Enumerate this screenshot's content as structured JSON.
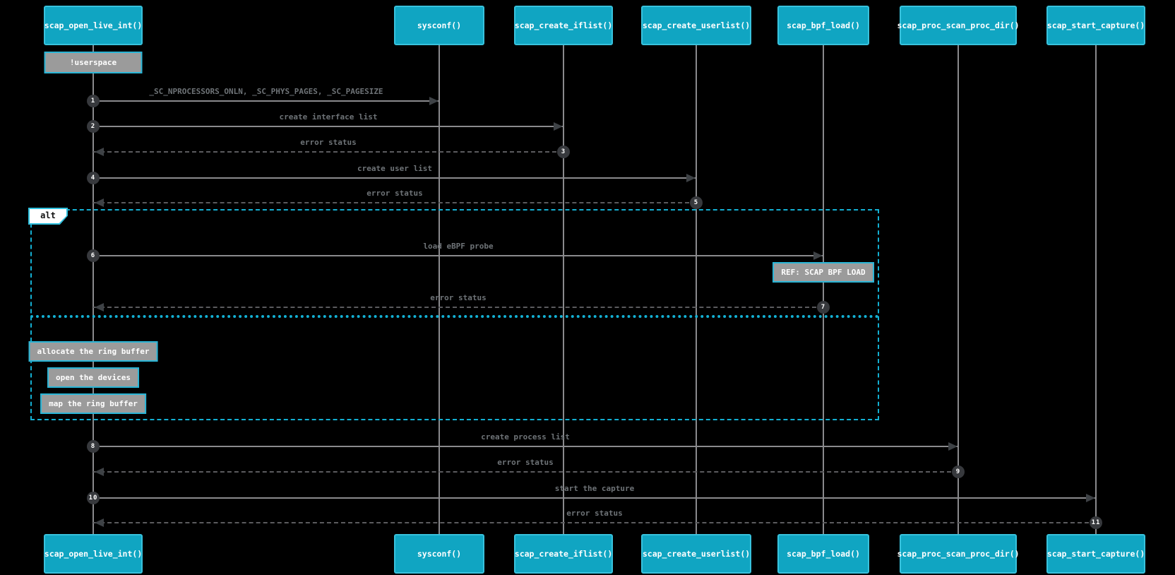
{
  "actors": [
    {
      "label": "scap_open_live_int()"
    },
    {
      "label": "sysconf()"
    },
    {
      "label": "scap_create_iflist()"
    },
    {
      "label": "scap_create_userlist()"
    },
    {
      "label": "scap_bpf_load()"
    },
    {
      "label": "scap_proc_scan_proc_dir()"
    },
    {
      "label": "scap_start_capture()"
    }
  ],
  "messages": [
    {
      "num": "1",
      "label": "_SC_NPROCESSORS_ONLN, _SC_PHYS_PAGES, _SC_PAGESIZE",
      "type": "call"
    },
    {
      "num": "2",
      "label": "create interface list",
      "type": "call"
    },
    {
      "num": "3",
      "label": "error status",
      "type": "return"
    },
    {
      "num": "4",
      "label": "create user list",
      "type": "call"
    },
    {
      "num": "5",
      "label": "error status",
      "type": "return"
    },
    {
      "num": "6",
      "label": "load eBPF probe",
      "type": "call"
    },
    {
      "num": "7",
      "label": "error status",
      "type": "return"
    },
    {
      "num": "8",
      "label": "create process list",
      "type": "call"
    },
    {
      "num": "9",
      "label": "error status",
      "type": "return"
    },
    {
      "num": "10",
      "label": "start the capture",
      "type": "call"
    },
    {
      "num": "11",
      "label": "error status",
      "type": "return"
    }
  ],
  "notes": {
    "userspace": "!userspace",
    "ref_bpf_load": "REF: SCAP BPF LOAD",
    "allocate_ring_buffer": "allocate the ring buffer",
    "open_devices": "open the devices",
    "map_ring_buffer": "map the ring buffer"
  },
  "fragment": {
    "label": "alt"
  },
  "colors": {
    "background": "#000000",
    "actor_fill": "#10a5c2",
    "actor_border": "#38c2dd",
    "note_fill": "#9b9b9b",
    "note_border": "#2ab5d6",
    "frame_accent": "#13b0d3",
    "solid_line": "#8a8a8d",
    "dashed_line": "#5b5b5e",
    "message_text": "#6e7377",
    "badge_fill": "#37393d",
    "label_text": "#ffffff"
  }
}
